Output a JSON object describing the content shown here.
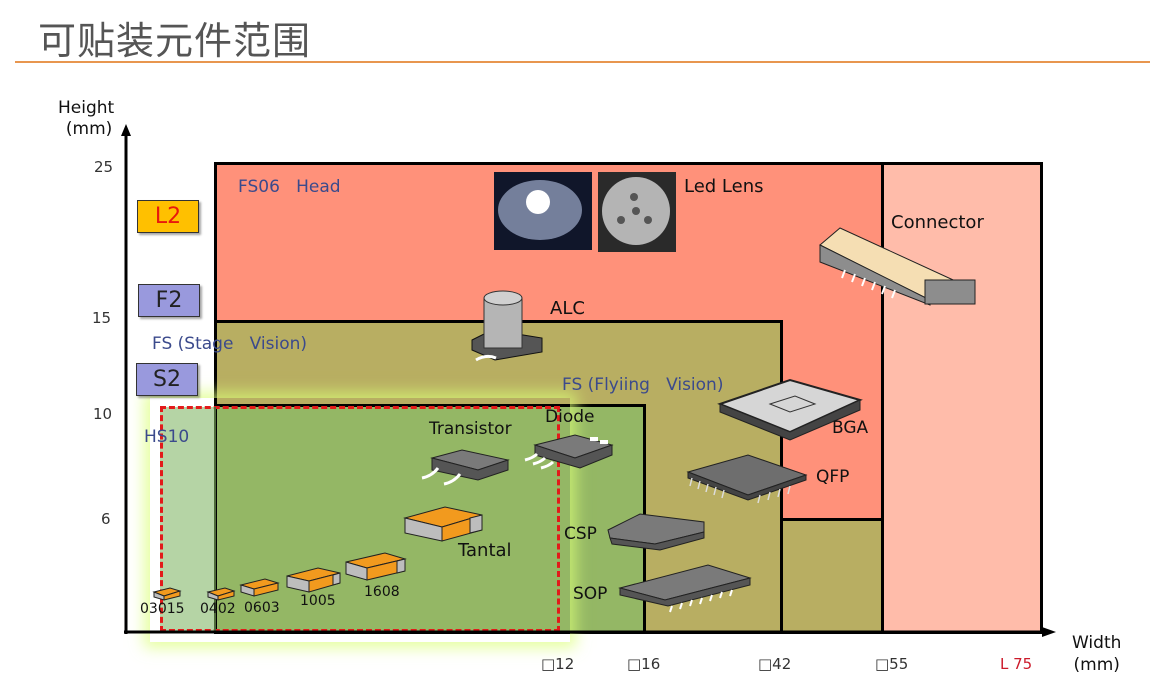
{
  "title": "可贴装元件范围",
  "axes": {
    "y_label_line1": "Height",
    "y_label_line2": "(mm)",
    "x_label_line1": "Width",
    "x_label_line2": "(mm)",
    "y_ticks": [
      "25",
      "15",
      "10",
      "6"
    ],
    "x_ticks": [
      "□12",
      "□16",
      "□42",
      "□55",
      "L 75"
    ]
  },
  "badges": [
    {
      "label": "L2",
      "bg": "#ffc000",
      "color": "#e8180c"
    },
    {
      "label": "F2",
      "bg": "#9999dd",
      "color": "#222222"
    },
    {
      "label": "S2",
      "bg": "#9999dd",
      "color": "#222222"
    }
  ],
  "regions": {
    "fs06_head": {
      "label": "FS06   Head",
      "color": "#ff917a",
      "width_max": "55",
      "height_max": "25"
    },
    "connector_zone": {
      "color": "#ffbcaa",
      "width_max": "75",
      "height_max": "25"
    },
    "fs_stage_vision": {
      "label": "FS (Stage   Vision)",
      "color": "#b8ae62",
      "width_max": "42",
      "height_max": "15"
    },
    "fs_flying_vision": {
      "label": "FS (Flyiing   Vision)",
      "color": "#b8ae62"
    },
    "fs_flying_green": {
      "color": "#94b765",
      "width_max": "16",
      "height_max": "10"
    },
    "hs10": {
      "label": "HS10",
      "color": "#b5d4a5",
      "width_max": "12",
      "height_max": "10",
      "border_color": "#e31a1a"
    }
  },
  "components": {
    "led_lens": "Led Lens",
    "connector": "Connector",
    "alc": "ALC",
    "bga": "BGA",
    "qfp": "QFP",
    "diode": "Diode",
    "transistor": "Transistor",
    "tantal": "Tantal",
    "csp": "CSP",
    "sop": "SOP",
    "chip_03015": "03015",
    "chip_0402": "0402",
    "chip_0603": "0603",
    "chip_1005": "1005",
    "chip_1608": "1608"
  }
}
